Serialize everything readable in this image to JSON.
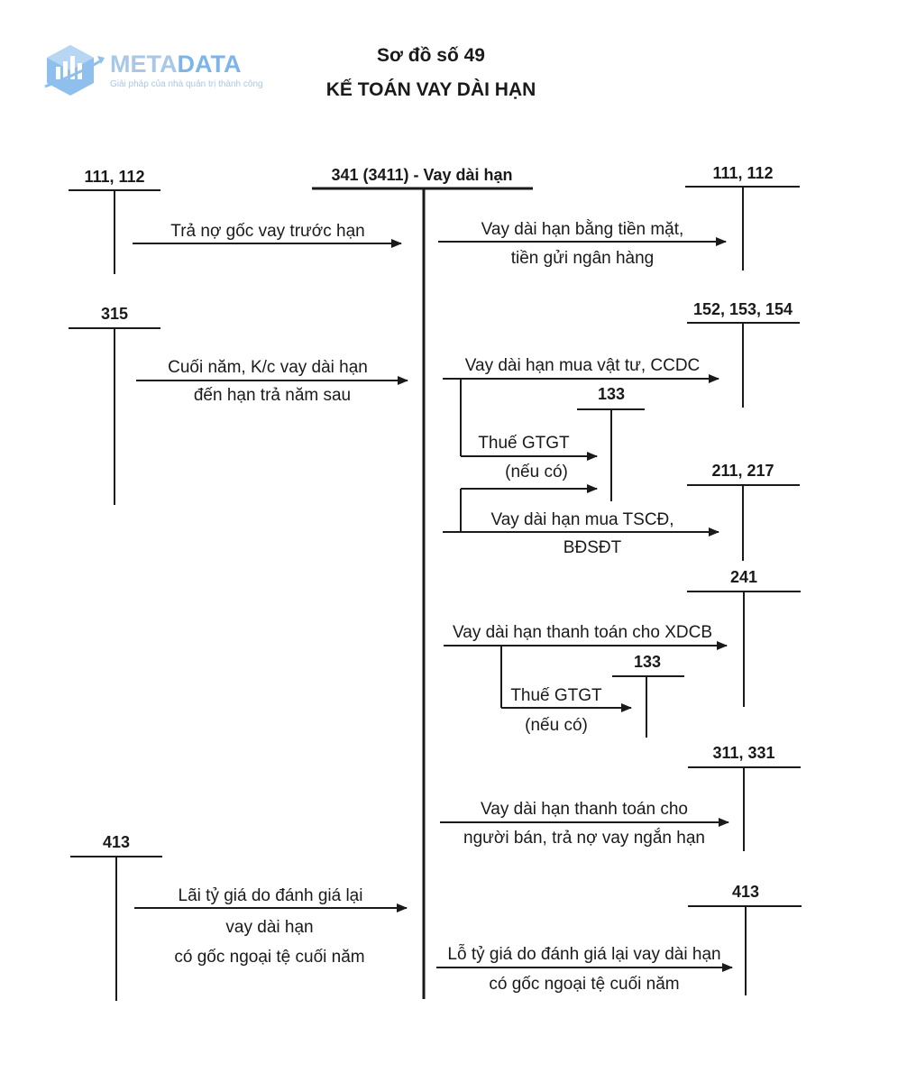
{
  "logo": {
    "brand_meta": "META",
    "brand_data": "DATA",
    "tagline": "Giải pháp của nhà quản trị thành công",
    "colors": {
      "meta": "#a9c7e6",
      "data": "#7db5e8",
      "icon": "#8fbfec"
    }
  },
  "title": {
    "line1": "Sơ đồ số 49",
    "line2": "KẾ TOÁN VAY DÀI HẠN"
  },
  "accounts": {
    "center": "341 (3411) - Vay dài hạn",
    "left_111_112": "111, 112",
    "left_315": "315",
    "left_413": "413",
    "right_111_112": "111, 112",
    "right_152_153_154": "152, 153, 154",
    "right_133_a": "133",
    "right_211_217": "211, 217",
    "right_241": "241",
    "right_133_b": "133",
    "right_311_331": "311, 331",
    "right_413": "413"
  },
  "flows": {
    "repay_early": "Trả nợ gốc vay trước hạn",
    "borrow_cash_1": "Vay dài hạn bằng tiền mặt,",
    "borrow_cash_2": "tiền gửi ngân hàng",
    "year_end_1": "Cuối năm, K/c vay dài hạn",
    "year_end_2": "đến hạn trả năm sau",
    "buy_materials": "Vay dài hạn mua vật tư, CCDC",
    "vat_a_1": "Thuế GTGT",
    "vat_a_2": "(nếu có)",
    "buy_assets_1": "Vay dài hạn mua TSCĐ,",
    "buy_assets_2": "BĐSĐT",
    "pay_construction": "Vay dài hạn thanh toán cho XDCB",
    "vat_b_1": "Thuế GTGT",
    "vat_b_2": "(nếu có)",
    "pay_supplier_1": "Vay dài hạn thanh toán cho",
    "pay_supplier_2": "người bán, trả nợ vay ngắn hạn",
    "fx_gain_1": "Lãi tỷ giá do đánh giá lại",
    "fx_gain_2": "vay dài hạn",
    "fx_gain_3": "có gốc ngoại tệ cuối năm",
    "fx_loss_1": "Lỗ tỷ giá do đánh giá lại vay dài hạn",
    "fx_loss_2": "có gốc ngoại tệ cuối năm"
  }
}
